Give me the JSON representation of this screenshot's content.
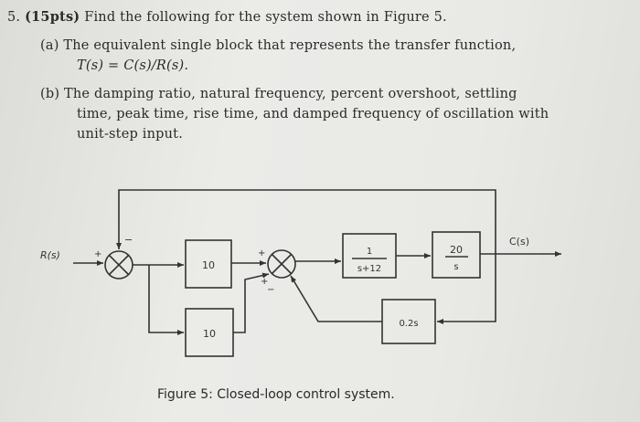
{
  "problem": {
    "number": "5.",
    "points": "(15pts)",
    "intro": "Find the following for the system shown in Figure 5.",
    "part_a_label": "(a)",
    "part_a_text": "The equivalent single block that represents the transfer function,",
    "part_a_formula": "T(s) = C(s)/R(s).",
    "part_b_label": "(b)",
    "part_b_line1": "The damping ratio, natural frequency, percent overshoot, settling",
    "part_b_line2": "time, peak time, rise time, and damped frequency of oscillation with",
    "part_b_line3": "unit-step input."
  },
  "diagram": {
    "input_label": "R(s)",
    "output_label": "C(s)",
    "block_gain_top": "10",
    "block_gain_bottom": "10",
    "block_plant_num": "1",
    "block_plant_den": "s+12",
    "block_integrator_num": "20",
    "block_integrator_den": "s",
    "block_feedback": "0.2s",
    "sum1_sign_in": "+",
    "sum1_sign_fb": "−",
    "sum2_sign_in": "+",
    "sum2_sign_fb": "+",
    "sum2_sign_fb2": "−"
  },
  "caption": "Figure 5: Closed-loop control system."
}
